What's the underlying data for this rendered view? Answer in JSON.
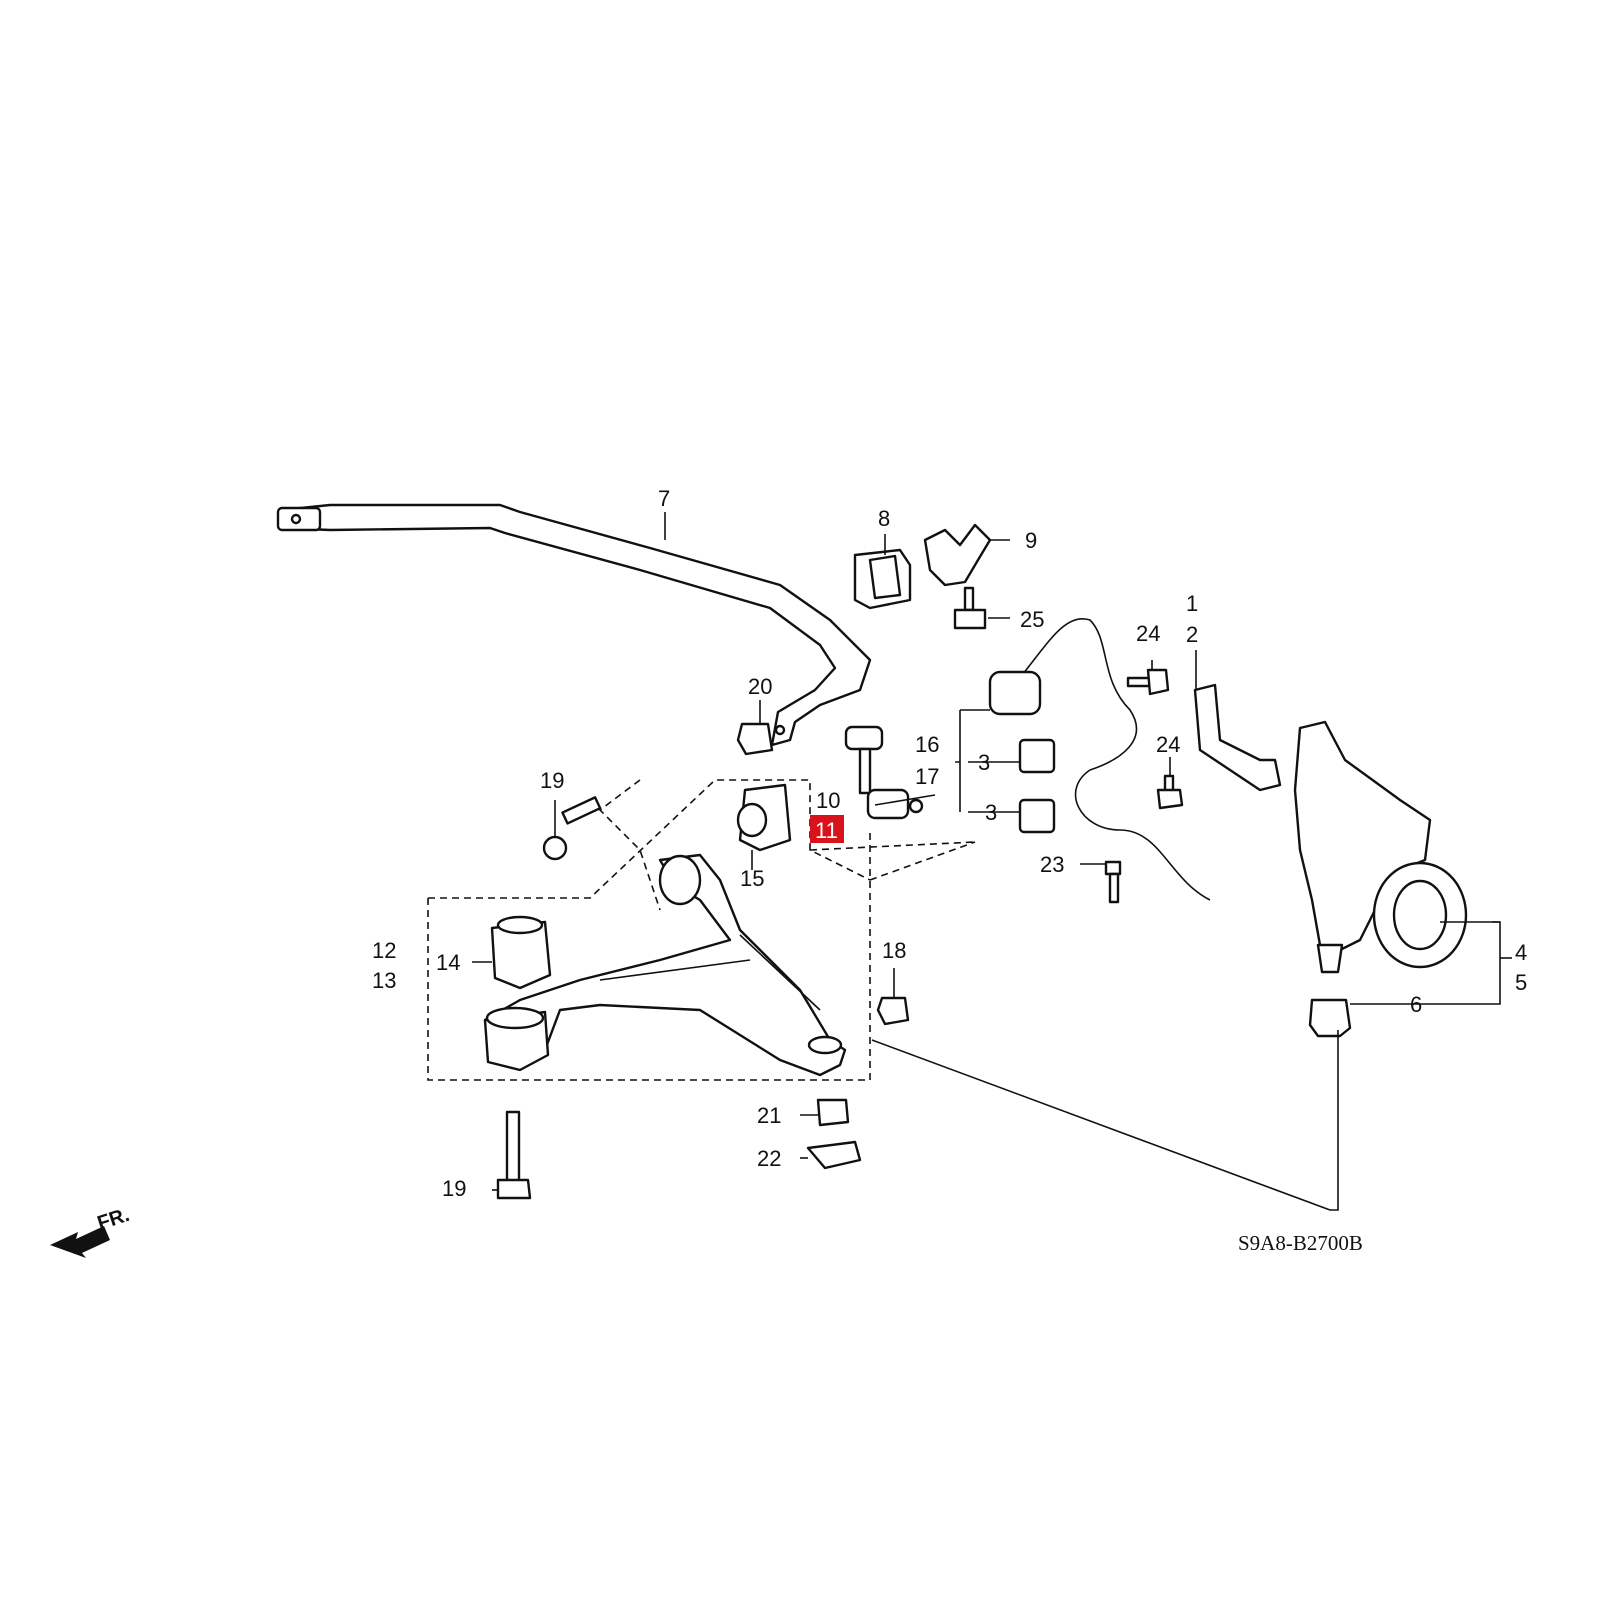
{
  "colors": {
    "ink": "#111111",
    "highlight": "#d9131c",
    "background": "#ffffff"
  },
  "callouts": {
    "c1": "1",
    "c2": "2",
    "c3a": "3",
    "c3b": "3",
    "c4": "4",
    "c5": "5",
    "c6": "6",
    "c7": "7",
    "c8": "8",
    "c9": "9",
    "c10": "10",
    "c11": "11",
    "c12": "12",
    "c13": "13",
    "c14": "14",
    "c15": "15",
    "c16": "16",
    "c17": "17",
    "c18": "18",
    "c19a": "19",
    "c19b": "19",
    "c20": "20",
    "c21": "21",
    "c22": "22",
    "c23": "23",
    "c24a": "24",
    "c24b": "24",
    "c25": "25"
  },
  "highlighted_part": "11",
  "diagram_code": "S9A8-B2700B",
  "direction_label": "FR.",
  "icons": {
    "direction": "front-arrow-icon"
  }
}
